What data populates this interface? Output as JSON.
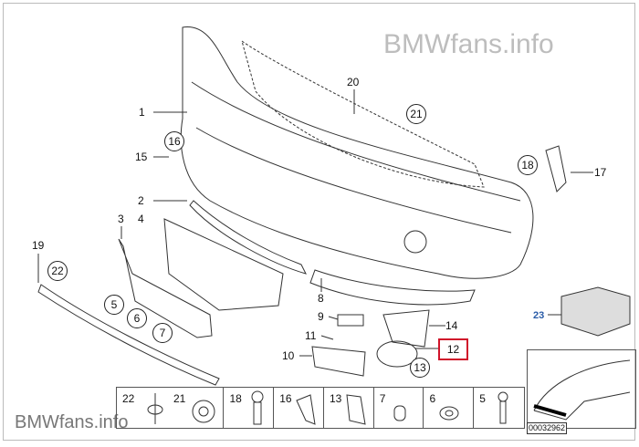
{
  "watermark": "BMWfans.info",
  "drawing_number": "00032962",
  "callouts": {
    "c1": "1",
    "c2": "2",
    "c3": "3",
    "c4": "4",
    "c5": "5",
    "c6": "6",
    "c7": "7",
    "c8": "8",
    "c9": "9",
    "c10": "10",
    "c11": "11",
    "c12": "12",
    "c13": "13",
    "c14": "14",
    "c15": "15",
    "c16": "16",
    "c17": "17",
    "c18": "18",
    "c19": "19",
    "c20": "20",
    "c21": "21",
    "c22": "22",
    "c23": "23"
  },
  "small_parts_strip": [
    "22",
    "21",
    "18",
    "16",
    "13",
    "7",
    "6",
    "5"
  ],
  "colors": {
    "highlight": "#d0142a",
    "link": "#2a5ca8"
  }
}
